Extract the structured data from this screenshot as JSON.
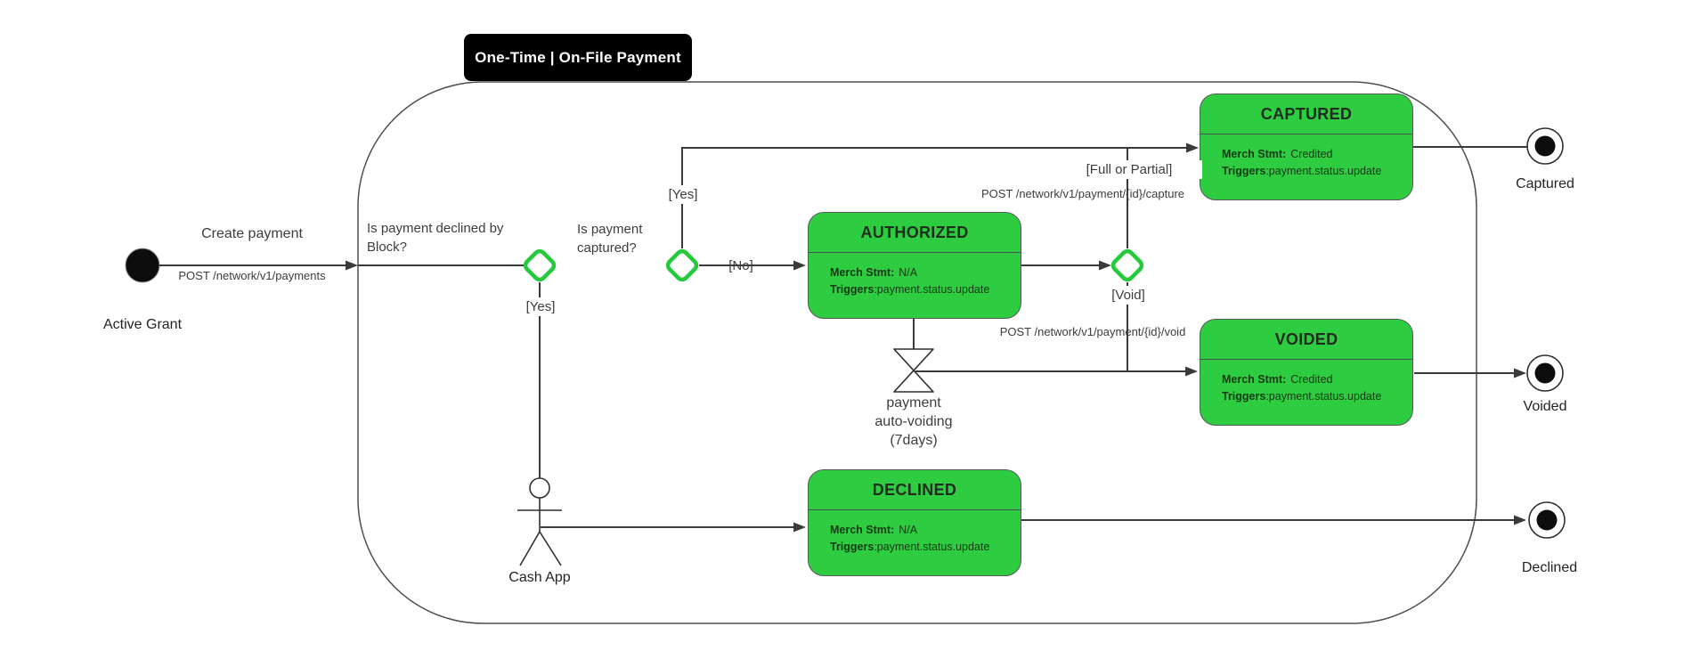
{
  "title": "One-Time | On-File Payment",
  "start_label": "Active Grant",
  "actor_label": "Cash App",
  "colors": {
    "state_fill": "#2ecc40",
    "state_border": "#58595b",
    "state_title_text": "#1f2d1f",
    "state_text": "#143a14",
    "diamond_stroke": "#24c93c",
    "connector": "#3a3a3a",
    "node_black": "#0d0d0d",
    "title_bar_bg": "#000000",
    "title_bar_text": "#ffffff",
    "label_text": "#3d3d3d"
  },
  "icons": {
    "start_node": "filled-circle",
    "end_node": "bullseye-circle",
    "decision": "green-diamond",
    "timer": "hourglass",
    "actor": "stick-figure"
  },
  "edges": {
    "create_payment": "Create payment",
    "create_payment_api": "POST /network/v1/payments",
    "q_declined_line1": "Is payment declined by",
    "q_declined_line2": "Block?",
    "q_captured_line1": "Is payment",
    "q_captured_line2": "captured?",
    "yes_down": "[Yes]",
    "yes_up": "[Yes]",
    "no": "[No]",
    "full_or_partial": "[Full or Partial]",
    "capture_api": "POST /network/v1/payment/{id}/capture",
    "void_label": "[Void]",
    "void_api": "POST /network/v1/payment/{id}/void"
  },
  "timer": {
    "line1": "payment",
    "line2": "auto-voiding",
    "line3": "(7days)"
  },
  "states": {
    "authorized": {
      "title": "AUTHORIZED",
      "merch_label": "Merch Stmt:",
      "merch_value": "N/A",
      "triggers_label": "Triggers",
      "triggers_value": ":payment.status.update"
    },
    "captured": {
      "title": "CAPTURED",
      "merch_label": "Merch Stmt:",
      "merch_value": "Credited",
      "triggers_label": "Triggers",
      "triggers_value": ":payment.status.update"
    },
    "voided": {
      "title": "VOIDED",
      "merch_label": "Merch Stmt:",
      "merch_value": "Credited",
      "triggers_label": "Triggers",
      "triggers_value": ":payment.status.update"
    },
    "declined": {
      "title": "DECLINED",
      "merch_label": "Merch Stmt:",
      "merch_value": "N/A",
      "triggers_label": "Triggers",
      "triggers_value": ":payment.status.update"
    }
  },
  "ends": {
    "captured": "Captured",
    "voided": "Voided",
    "declined": "Declined"
  }
}
